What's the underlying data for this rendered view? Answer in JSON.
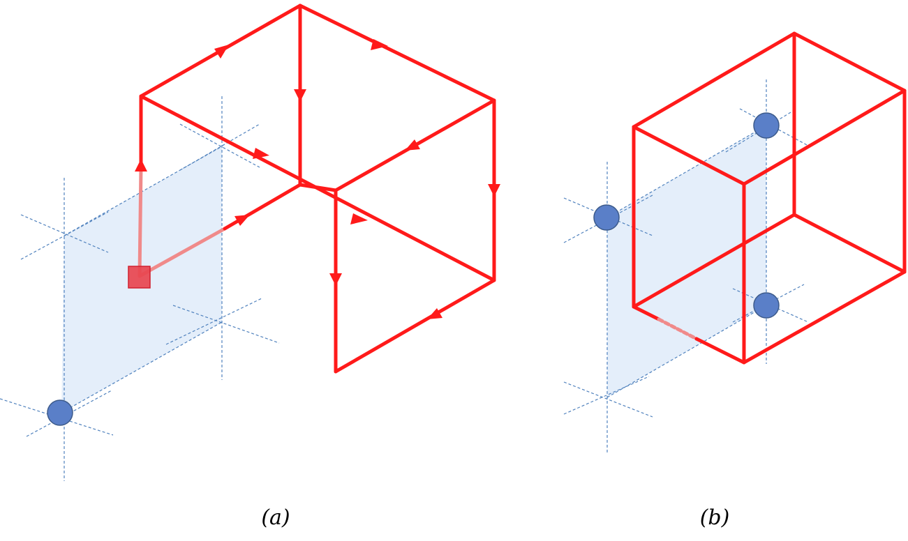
{
  "figure": {
    "panels": [
      {
        "id": "a",
        "caption": "(a)"
      },
      {
        "id": "b",
        "caption": "(b)"
      }
    ]
  },
  "colors": {
    "edge": "#ff1a1a",
    "edge_faded": "#f08a8a",
    "site": "#5a7fc8",
    "site_stroke": "#3c5a8a",
    "plaquette": "#dbe8f8",
    "lattice": "#4f81bd",
    "marker": "#e8454f"
  },
  "icons": {
    "site": "blue-circle",
    "source": "red-square",
    "direction": "red-triangle-arrowhead"
  }
}
